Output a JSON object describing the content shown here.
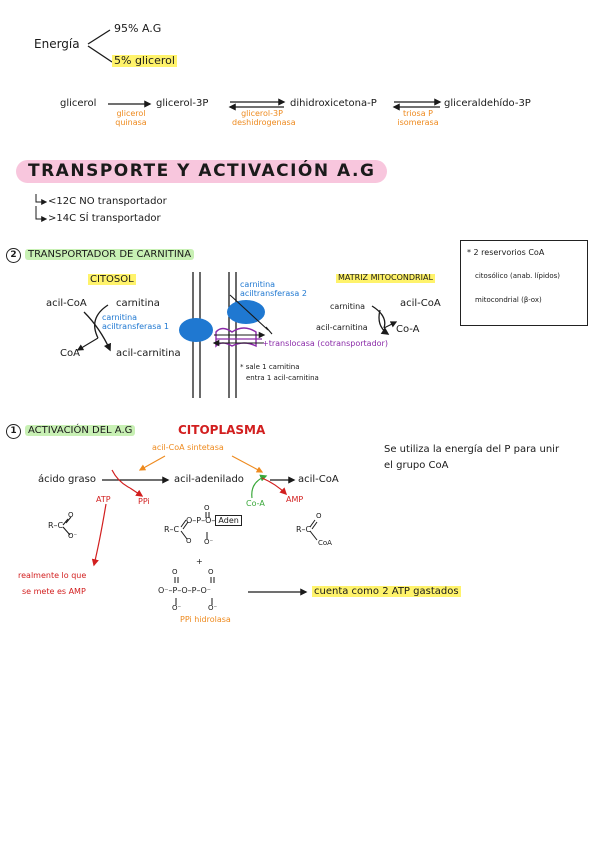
{
  "energy": {
    "label": "Energía",
    "ag": "95% A.G",
    "glycerol": "5% glicerol"
  },
  "glycerol_pathway": {
    "s1": "glicerol",
    "e1": "glicerol quinasa",
    "s2": "glicerol-3P",
    "e2": "glicerol-3P deshidrogenasa",
    "s3": "dihidroxicetona-P",
    "e3": "triosa P isomerasa",
    "s4": "gliceraldehído-3P"
  },
  "transport_title": "TRANSPORTE Y ACTIVACIÓN A.G",
  "transport_bullets": [
    "<12C NO transportador",
    ">14C SÍ transportador"
  ],
  "carnitine": {
    "heading_num": "2",
    "heading": "TRANSPORTADOR DE CARNITINA",
    "cytosol": "CITOSOL",
    "matrix": "MATRIZ MITOCONDRIAL",
    "left_acylcoa": "acil-CoA",
    "left_carnitine": "carnitina",
    "left_enzyme": "carnitina aciltransferasa 1",
    "left_coa": "CoA",
    "left_acylcarnitine": "acil-carnitina",
    "top_enzyme": "carnitina aciltransferasa 2",
    "right_carnitine": "carnitina",
    "right_acylcoa": "acil-CoA",
    "right_acylcarnitine": "acil-carnitina",
    "right_coa": "Co-A",
    "transporter": "+translocasa (cotransportador)",
    "note1": "* sale 1 carnitina",
    "note2": "entra 1 acil-carnitina",
    "box_title": "* 2 reservorios CoA",
    "box_l1": "citosólico (anab. lípidos)",
    "box_l2": "mitocondrial (β-ox)"
  },
  "activation": {
    "heading_num": "1",
    "heading": "ACTIVACIÓN DEL A.G",
    "location": "CITOPLASMA",
    "enzyme": "acil-CoA sintetasa",
    "s1": "ácido graso",
    "s2": "acil-adenilado",
    "s3": "acil-CoA",
    "atp": "ATP",
    "ppi": "PPi",
    "coa": "Co-A",
    "amp": "AMP",
    "note": "Se utiliza la energía del P para unir el grupo CoA",
    "red_note1": "realmente lo que",
    "red_note2": "se mete es AMP",
    "adenilado_aden": "Aden",
    "pp_formula": "O⁻–P–O–P–O⁻",
    "ppi_enzyme": "PPi hidrolasa",
    "cost": "cuenta como 2 ATP gastados"
  }
}
